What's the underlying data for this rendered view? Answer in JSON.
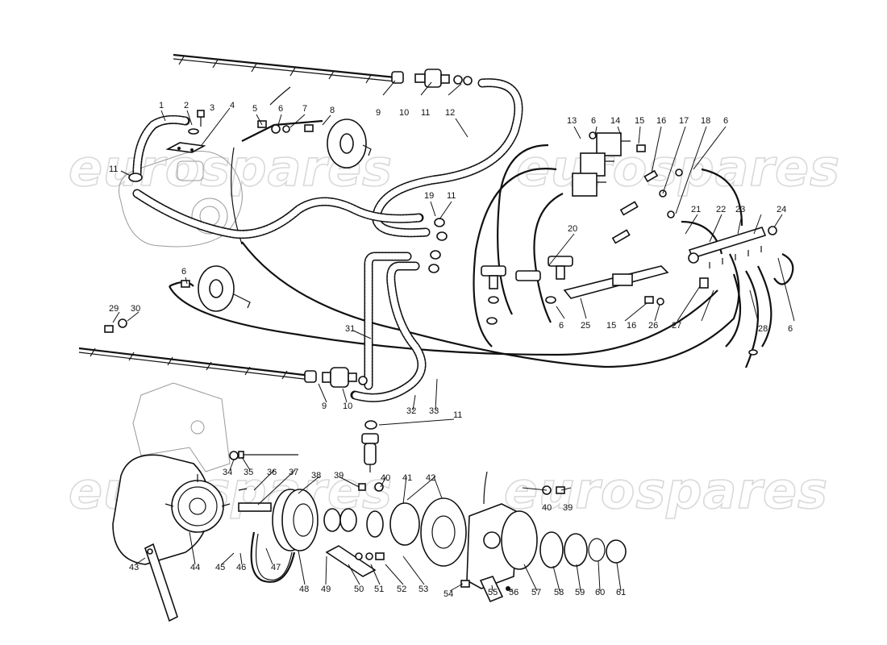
{
  "watermark": {
    "text": "eurospares"
  },
  "callouts": [
    "1",
    "2",
    "3",
    "4",
    "5",
    "6",
    "7",
    "8",
    "9",
    "10",
    "11",
    "12",
    "13",
    "14",
    "15",
    "16",
    "17",
    "18",
    "19",
    "20",
    "21",
    "22",
    "23",
    "24",
    "25",
    "26",
    "27",
    "28",
    "29",
    "30",
    "31",
    "32",
    "33",
    "34",
    "35",
    "36",
    "37",
    "38",
    "39",
    "40",
    "41",
    "42",
    "43",
    "44",
    "45",
    "46",
    "47",
    "48",
    "49",
    "50",
    "51",
    "52",
    "53",
    "54",
    "55",
    "56",
    "57",
    "58",
    "59",
    "60",
    "61"
  ],
  "icons": [
    "fuel-rail-icon",
    "vacuum-valve-icon",
    "vacuum-canister-icon",
    "check-valve-icon",
    "solenoid-valve-icon",
    "distribution-block-icon",
    "pump-housing-icon",
    "pulley-icon",
    "drive-belt-icon",
    "bracket-icon",
    "bearing-icon",
    "circlip-icon",
    "flange-icon"
  ]
}
